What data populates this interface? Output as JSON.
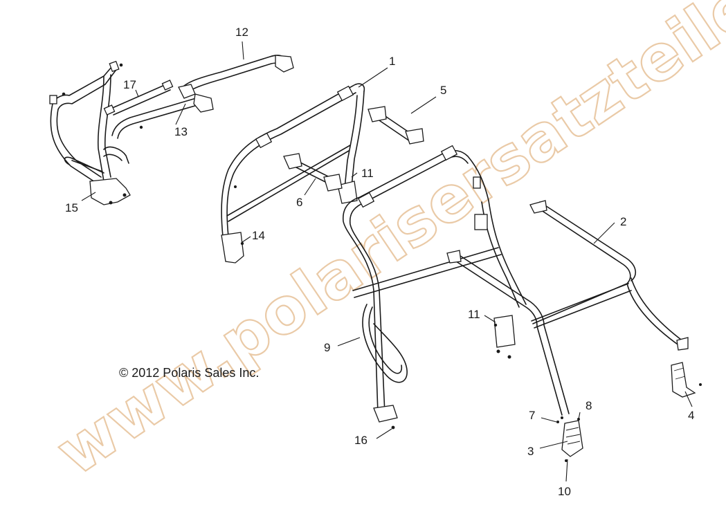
{
  "copyright": "© 2012 Polaris Sales Inc.",
  "watermark": "www.polarisersatzteile.de",
  "watermark_color": "#e3b98a",
  "callouts": {
    "c1": "1",
    "c2": "2",
    "c3": "3",
    "c4": "4",
    "c5": "5",
    "c6": "6",
    "c7": "7",
    "c8": "8",
    "c9": "9",
    "c10": "10",
    "c11a": "11",
    "c11b": "11",
    "c12": "12",
    "c13": "13",
    "c14": "14",
    "c15": "15",
    "c16": "16",
    "c17": "17"
  }
}
